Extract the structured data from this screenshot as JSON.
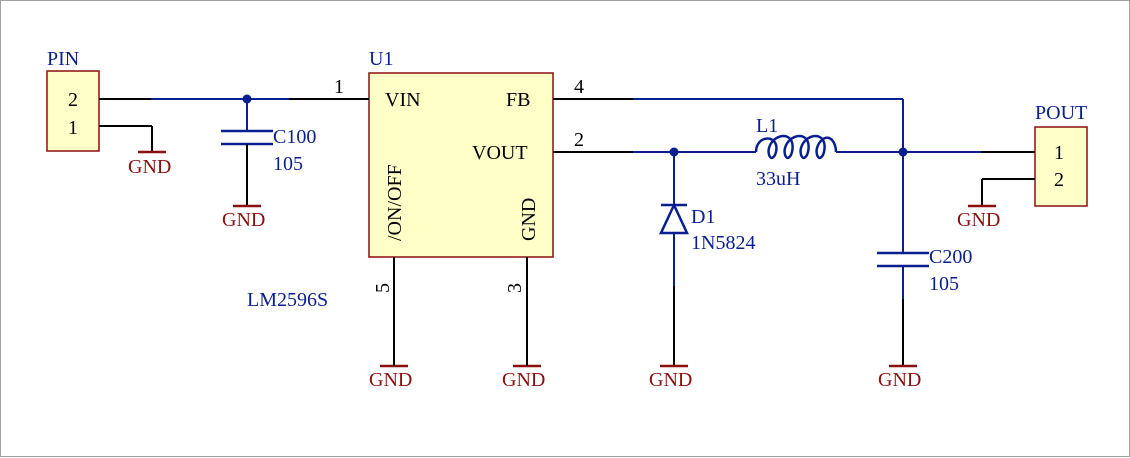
{
  "colors": {
    "wire": "#0a1f8f",
    "pin": "#000000",
    "ground": "#8b0f0f",
    "body_fill": "#ffffc8",
    "body_stroke": "#8b0f0f",
    "component": "#0a1f8f"
  },
  "components": {
    "pin_connector": {
      "ref": "PIN",
      "pins": [
        "2",
        "1"
      ]
    },
    "pout_connector": {
      "ref": "POUT",
      "pins": [
        "1",
        "2"
      ]
    },
    "u1": {
      "ref": "U1",
      "part": "LM2596S",
      "pin_names": {
        "vin": "VIN",
        "fb": "FB",
        "vout": "VOUT",
        "on_off": "/ON/OFF",
        "gnd": "GND"
      },
      "pin_numbers": {
        "vin": "1",
        "fb": "4",
        "vout": "2",
        "on_off": "5",
        "gnd": "3"
      }
    },
    "c100": {
      "ref": "C100",
      "value": "105"
    },
    "c200": {
      "ref": "C200",
      "value": "105"
    },
    "l1": {
      "ref": "L1",
      "value": "33uH"
    },
    "d1": {
      "ref": "D1",
      "value": "1N5824"
    }
  },
  "ground_label": "GND"
}
